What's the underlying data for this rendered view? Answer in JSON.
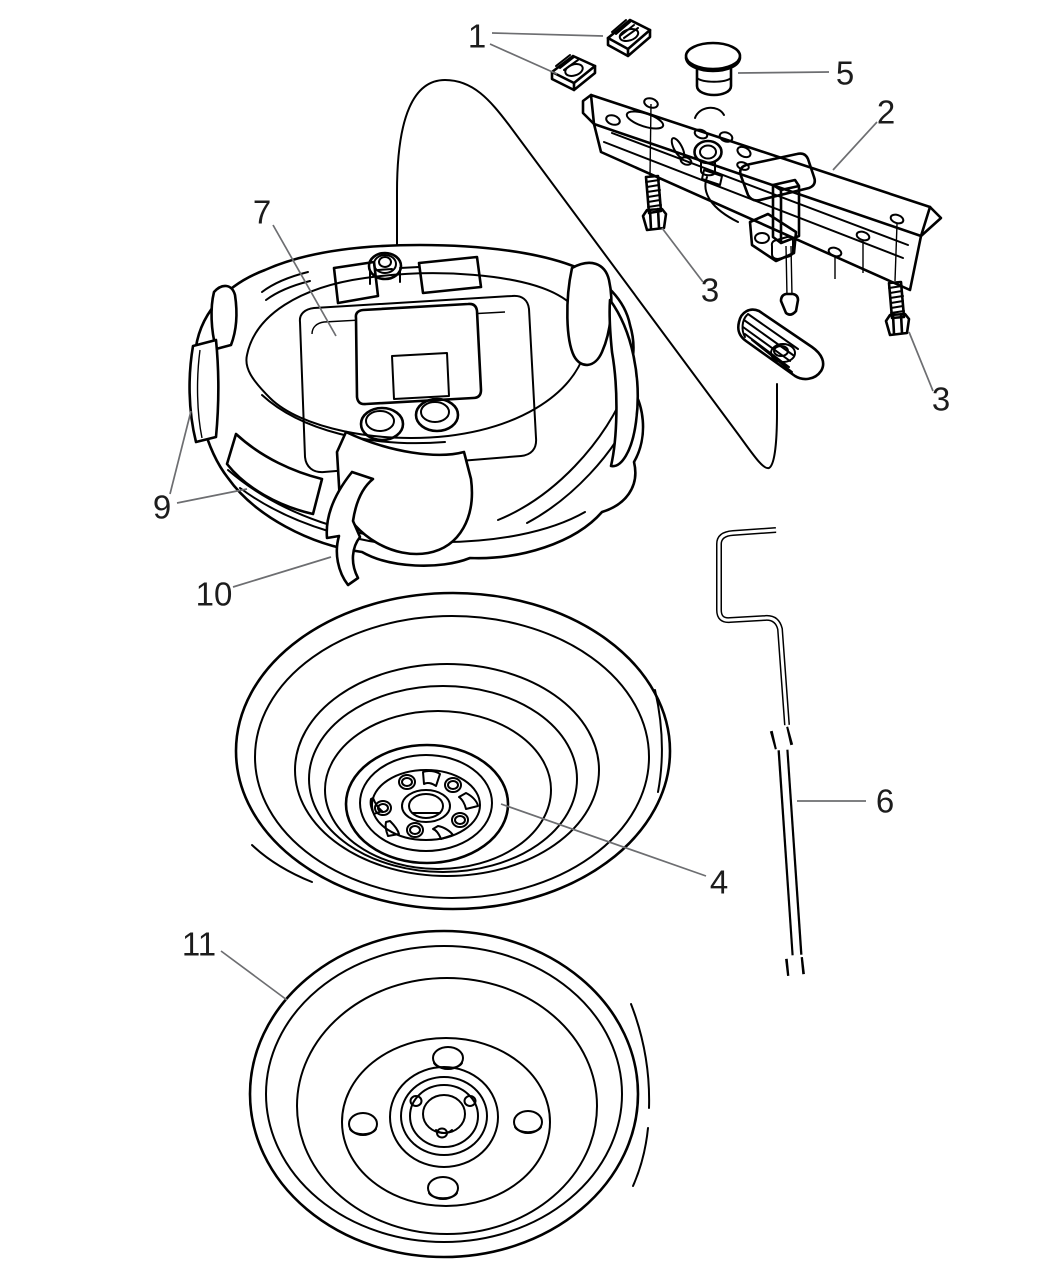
{
  "figure": {
    "type": "exploded-parts-diagram",
    "background_color": "#ffffff",
    "line_color": "#000000",
    "leader_line_color": "#6d6e71",
    "callout_text_color": "#1c1c1c"
  },
  "callouts": [
    {
      "number": "1",
      "target": "retainer-clip-nuts"
    },
    {
      "number": "2",
      "target": "spare-tire-winch-carrier"
    },
    {
      "number": "3",
      "target": "hex-bolt-left"
    },
    {
      "number": "3",
      "target": "hex-bolt-right"
    },
    {
      "number": "4",
      "target": "compact-spare-tire"
    },
    {
      "number": "5",
      "target": "plug-cap"
    },
    {
      "number": "6",
      "target": "jack-handle-rod"
    },
    {
      "number": "7",
      "target": "cover-latch"
    },
    {
      "number": "9",
      "target": "cover-straps"
    },
    {
      "number": "10",
      "target": "strap-hook"
    },
    {
      "number": "11",
      "target": "steel-wheel"
    }
  ]
}
